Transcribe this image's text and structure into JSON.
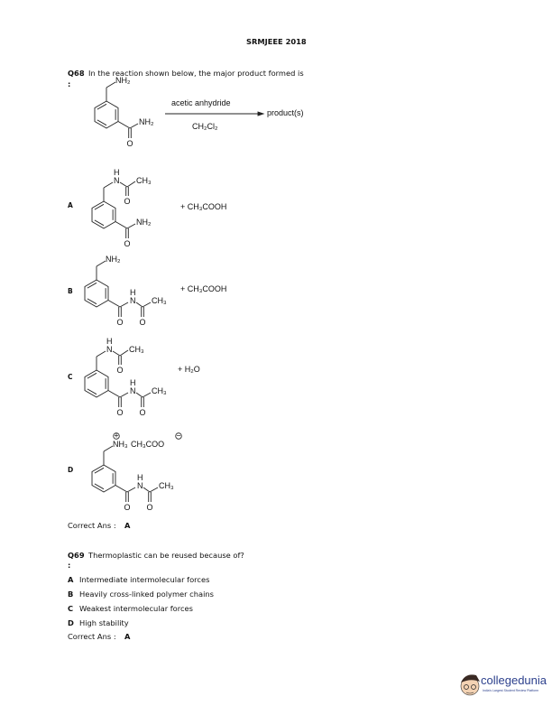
{
  "header": {
    "title": "SRMJEEE 2018"
  },
  "q68": {
    "number": "Q68",
    "text": "In the reaction shown below, the major product formed is",
    "colon": ":",
    "reagent_top": "acetic anhydride",
    "reagent_bottom": "CH₂Cl₂",
    "product": "product(s)",
    "options": [
      {
        "letter": "A",
        "byproduct": "+ CH₃COOH"
      },
      {
        "letter": "B",
        "byproduct": "+ CH₃COOH"
      },
      {
        "letter": "C",
        "byproduct": "+ H₂O"
      },
      {
        "letter": "D",
        "byproduct": ""
      }
    ],
    "correct_label": "Correct Ans :",
    "correct": "A"
  },
  "chem": {
    "nh2": "NH₂",
    "n": "N",
    "h": "H",
    "ch3": "CH₃",
    "o": "O",
    "nh3": "NH₃",
    "acetate": "CH₃COO",
    "plus": "+",
    "minus": "−"
  },
  "q69": {
    "number": "Q69",
    "text": "Thermoplastic can be reused because of?",
    "colon": ":",
    "options": [
      {
        "letter": "A",
        "text": "Intermediate intermolecular forces"
      },
      {
        "letter": "B",
        "text": "Heavily cross-linked polymer chains"
      },
      {
        "letter": "C",
        "text": "Weakest intermolecular forces"
      },
      {
        "letter": "D",
        "text": "High stability"
      }
    ],
    "correct_label": "Correct Ans :",
    "correct": "A"
  },
  "logo": {
    "name": "collegedunia",
    "tagline": "India's Largest Student Review Platform"
  }
}
